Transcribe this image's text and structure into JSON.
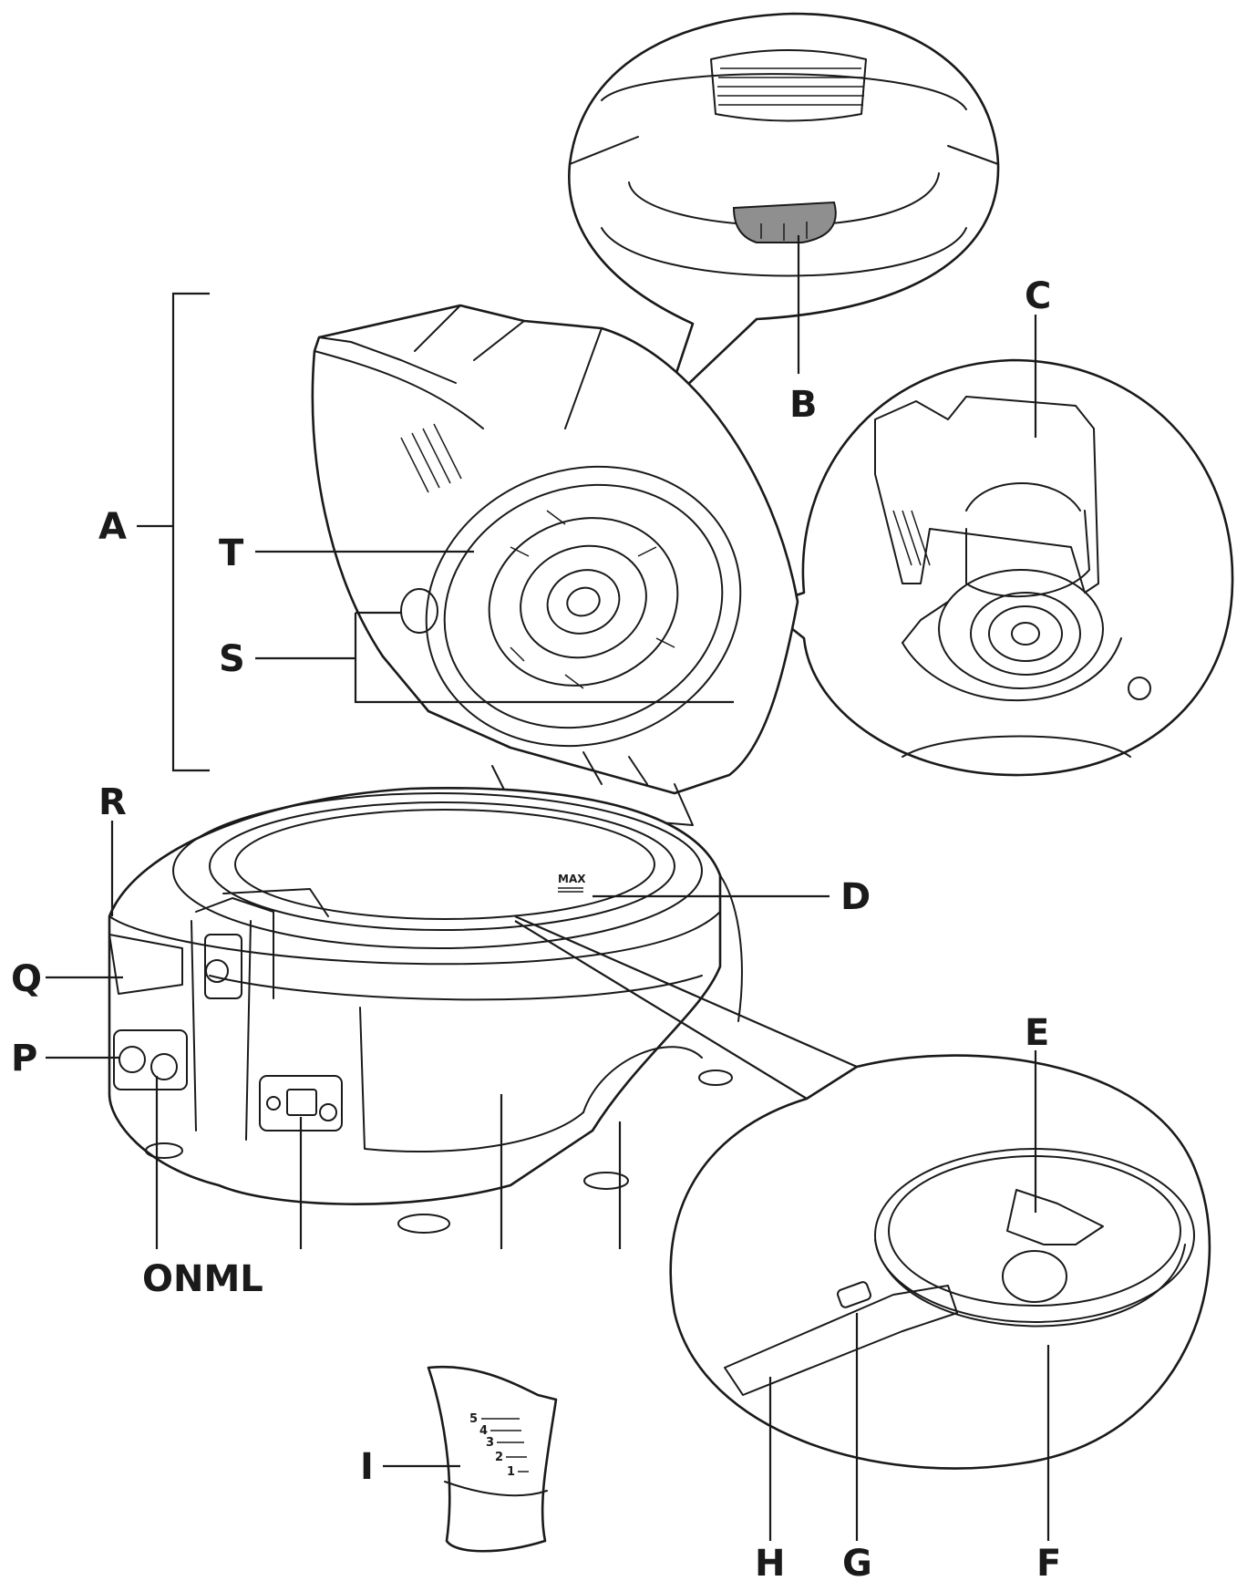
{
  "labels": {
    "A": "A",
    "B": "B",
    "C": "C",
    "D": "D",
    "E": "E",
    "F": "F",
    "G": "G",
    "H": "H",
    "I": "I",
    "ONML": "ONML",
    "P": "P",
    "Q": "Q",
    "R": "R",
    "S": "S",
    "T": "T"
  },
  "max_mark": "MAX",
  "measuring_cup": {
    "ticks": [
      "5",
      "4",
      "3",
      "2",
      "1"
    ]
  }
}
